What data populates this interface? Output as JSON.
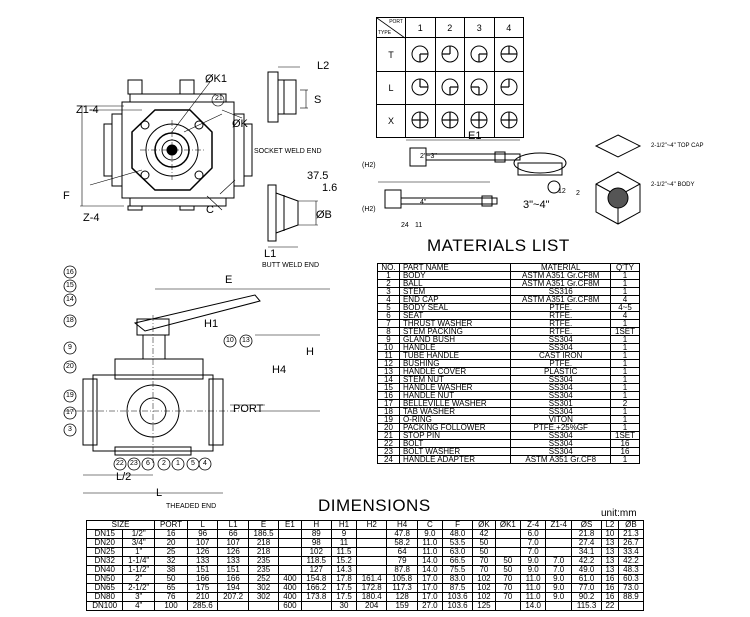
{
  "port_table": {
    "header_port": "PORT",
    "header_type": "TYPE",
    "ports": [
      "1",
      "2",
      "3",
      "4"
    ],
    "types": [
      "T",
      "L",
      "X"
    ]
  },
  "drawing_labels": {
    "ok1": "ØK1",
    "z1_4": "Z1-4",
    "callout_21": "21",
    "ok": "ØK",
    "f": "F",
    "z4": "Z-4",
    "c": "C",
    "l2": "L2",
    "s": "S",
    "socket_weld_end": "SOCKET WELD END",
    "d375": "37.5",
    "d16": "1.6",
    "ob": "ØB",
    "l1": "L1",
    "butt_weld_end": "BUTT WELD END",
    "e1": "E1",
    "h2": "(H2)",
    "size_small": "2\"~3\"",
    "size_large": "3\"~4\"",
    "four": "4\"",
    "callout_12": "12",
    "callout_2": "2",
    "callout_24": "24",
    "callout_11": "11",
    "top_cap": "2-1/2\"~4\" TOP CAP",
    "body_note": "2-1/2\"~4\" BODY",
    "e": "E",
    "h1": "H1",
    "callout_10": "10",
    "callout_13": "13",
    "h4": "H4",
    "h": "H",
    "port": "PORT",
    "l2_bottom": "L/2",
    "l": "L",
    "threaded_end": "THEADED END",
    "left_callouts": [
      "16",
      "15",
      "14",
      "18",
      "9",
      "20",
      "19",
      "17",
      "3"
    ],
    "bottom_callouts": [
      "22",
      "23",
      "6",
      "2",
      "1",
      "5",
      "4"
    ],
    "unit": "unit:mm"
  },
  "materials": {
    "title": "MATERIALS LIST",
    "headers": [
      "NO.",
      "PART NAME",
      "MATERIAL",
      "Q'TY"
    ],
    "rows": [
      [
        "1",
        "BODY",
        "ASTM A351 Gr.CF8M",
        "1"
      ],
      [
        "2",
        "BALL",
        "ASTM A351 Gr.CF8M",
        "1"
      ],
      [
        "3",
        "STEM",
        "SS316",
        "1"
      ],
      [
        "4",
        "END CAP",
        "ASTM A351 Gr.CF8M",
        "4"
      ],
      [
        "5",
        "BODY SEAL",
        "PTFE.",
        "4~5"
      ],
      [
        "6",
        "SEAT",
        "RTFE.",
        "4"
      ],
      [
        "7",
        "THRUST WASHER",
        "RTFE.",
        "1"
      ],
      [
        "8",
        "STEM PACKING",
        "RTFE.",
        "1SET"
      ],
      [
        "9",
        "GLAND BUSH",
        "SS304",
        "1"
      ],
      [
        "10",
        "HANDLE",
        "SS304",
        "1"
      ],
      [
        "11",
        "TUBE HANDLE",
        "CAST IRON",
        "1"
      ],
      [
        "12",
        "BUSHING",
        "PTFE.",
        "1"
      ],
      [
        "13",
        "HANDLE COVER",
        "PLASTIC",
        "1"
      ],
      [
        "14",
        "STEM NUT",
        "SS304",
        "1"
      ],
      [
        "15",
        "HANDLE WASHER",
        "SS304",
        "1"
      ],
      [
        "16",
        "HANDLE NUT",
        "SS304",
        "1"
      ],
      [
        "17",
        "BELLEVILLE WASHER",
        "SS301",
        "2"
      ],
      [
        "18",
        "TAB WASHER",
        "SS304",
        "1"
      ],
      [
        "19",
        "O-RING",
        "VITON",
        "1"
      ],
      [
        "20",
        "PACKING FOLLOWER",
        "PTFE.+25%GF",
        "1"
      ],
      [
        "21",
        "STOP PIN",
        "SS304",
        "1SET"
      ],
      [
        "22",
        "BOLT",
        "SS304",
        "16"
      ],
      [
        "23",
        "BOLT WASHER",
        "SS304",
        "16"
      ],
      [
        "24",
        "HANDLE ADAPTER",
        "ASTM A351 Gr.CF8",
        "1"
      ]
    ]
  },
  "dimensions": {
    "title": "DIMENSIONS",
    "headers": [
      "SIZE",
      "",
      "PORT",
      "L",
      "L1",
      "E",
      "E1",
      "H",
      "H1",
      "H2",
      "H4",
      "C",
      "F",
      "ØK",
      "ØK1",
      "Z-4",
      "Z1-4",
      "ØS",
      "L2",
      "ØB"
    ],
    "rows": [
      [
        "DN15",
        "1/2\"",
        "16",
        "96",
        "66",
        "186.5",
        "",
        "89",
        "9",
        "",
        "47.8",
        "9.0",
        "48.0",
        "42",
        "",
        "6.0",
        "",
        "21.8",
        "10",
        "21.3"
      ],
      [
        "DN20",
        "3/4\"",
        "20",
        "107",
        "107",
        "218",
        "",
        "98",
        "11",
        "",
        "58.2",
        "11.0",
        "53.5",
        "50",
        "",
        "7.0",
        "",
        "27.4",
        "13",
        "26.7"
      ],
      [
        "DN25",
        "1\"",
        "25",
        "126",
        "126",
        "218",
        "",
        "102",
        "11.5",
        "",
        "64",
        "11.0",
        "63.0",
        "50",
        "",
        "7.0",
        "",
        "34.1",
        "13",
        "33.4"
      ],
      [
        "DN32",
        "1-1/4\"",
        "32",
        "133",
        "133",
        "235",
        "",
        "118.5",
        "15.2",
        "",
        "79",
        "14.0",
        "66.5",
        "70",
        "50",
        "9.0",
        "7.0",
        "42.2",
        "13",
        "42.2"
      ],
      [
        "DN40",
        "1-1/2\"",
        "38",
        "151",
        "151",
        "235",
        "",
        "127",
        "14.3",
        "",
        "87.8",
        "14.0",
        "75.5",
        "70",
        "50",
        "9.0",
        "7.0",
        "49.0",
        "13",
        "48.3"
      ],
      [
        "DN50",
        "2\"",
        "50",
        "166",
        "166",
        "252",
        "400",
        "154.8",
        "17.8",
        "161.4",
        "105.8",
        "17.0",
        "83.0",
        "102",
        "70",
        "11.0",
        "9.0",
        "61.0",
        "16",
        "60.3"
      ],
      [
        "DN65",
        "2-1/2\"",
        "65",
        "175",
        "194",
        "302",
        "400",
        "166.2",
        "17.5",
        "172.8",
        "117.3",
        "17.0",
        "87.5",
        "102",
        "70",
        "11.0",
        "9.0",
        "77.0",
        "16",
        "73.0"
      ],
      [
        "DN80",
        "3\"",
        "76",
        "210",
        "207.2",
        "302",
        "400",
        "173.8",
        "17.5",
        "180.4",
        "128",
        "17.0",
        "103.6",
        "102",
        "70",
        "11.0",
        "9.0",
        "90.2",
        "16",
        "88.9"
      ],
      [
        "DN100",
        "4\"",
        "100",
        "285.6",
        "",
        "",
        "600",
        "",
        "30",
        "204",
        "159",
        "27.0",
        "103.6",
        "125",
        "",
        "14.0",
        "",
        "115.3",
        "22",
        ""
      ]
    ]
  }
}
